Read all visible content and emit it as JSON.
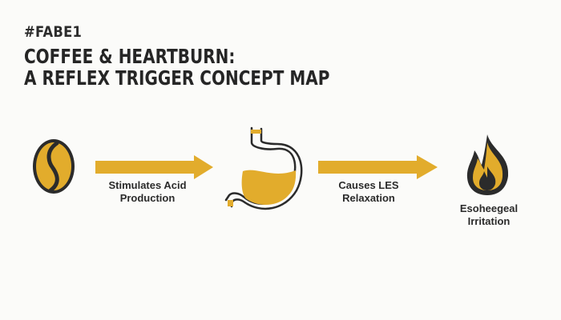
{
  "header": {
    "tag": "#FABE1",
    "title_lines": [
      "COFFEE & HEARTBURN:",
      "A REFLEX TRIGGER CONCEPT MAP"
    ]
  },
  "colors": {
    "accent": "#E2AC2C",
    "ink": "#2B2B2B",
    "background": "#FBFBF9"
  },
  "diagram": {
    "nodes": [
      {
        "icon": "coffee-bean-icon"
      },
      {
        "icon": "stomach-icon"
      },
      {
        "icon": "flame-icon",
        "label_lines": [
          "Esoheegeal",
          "Irritation"
        ]
      }
    ],
    "edges": [
      {
        "from": 0,
        "to": 1,
        "label_lines": [
          "Stimulates Acid",
          "Production"
        ]
      },
      {
        "from": 1,
        "to": 2,
        "label_lines": [
          "Causes LES",
          "Relaxation"
        ]
      }
    ]
  }
}
